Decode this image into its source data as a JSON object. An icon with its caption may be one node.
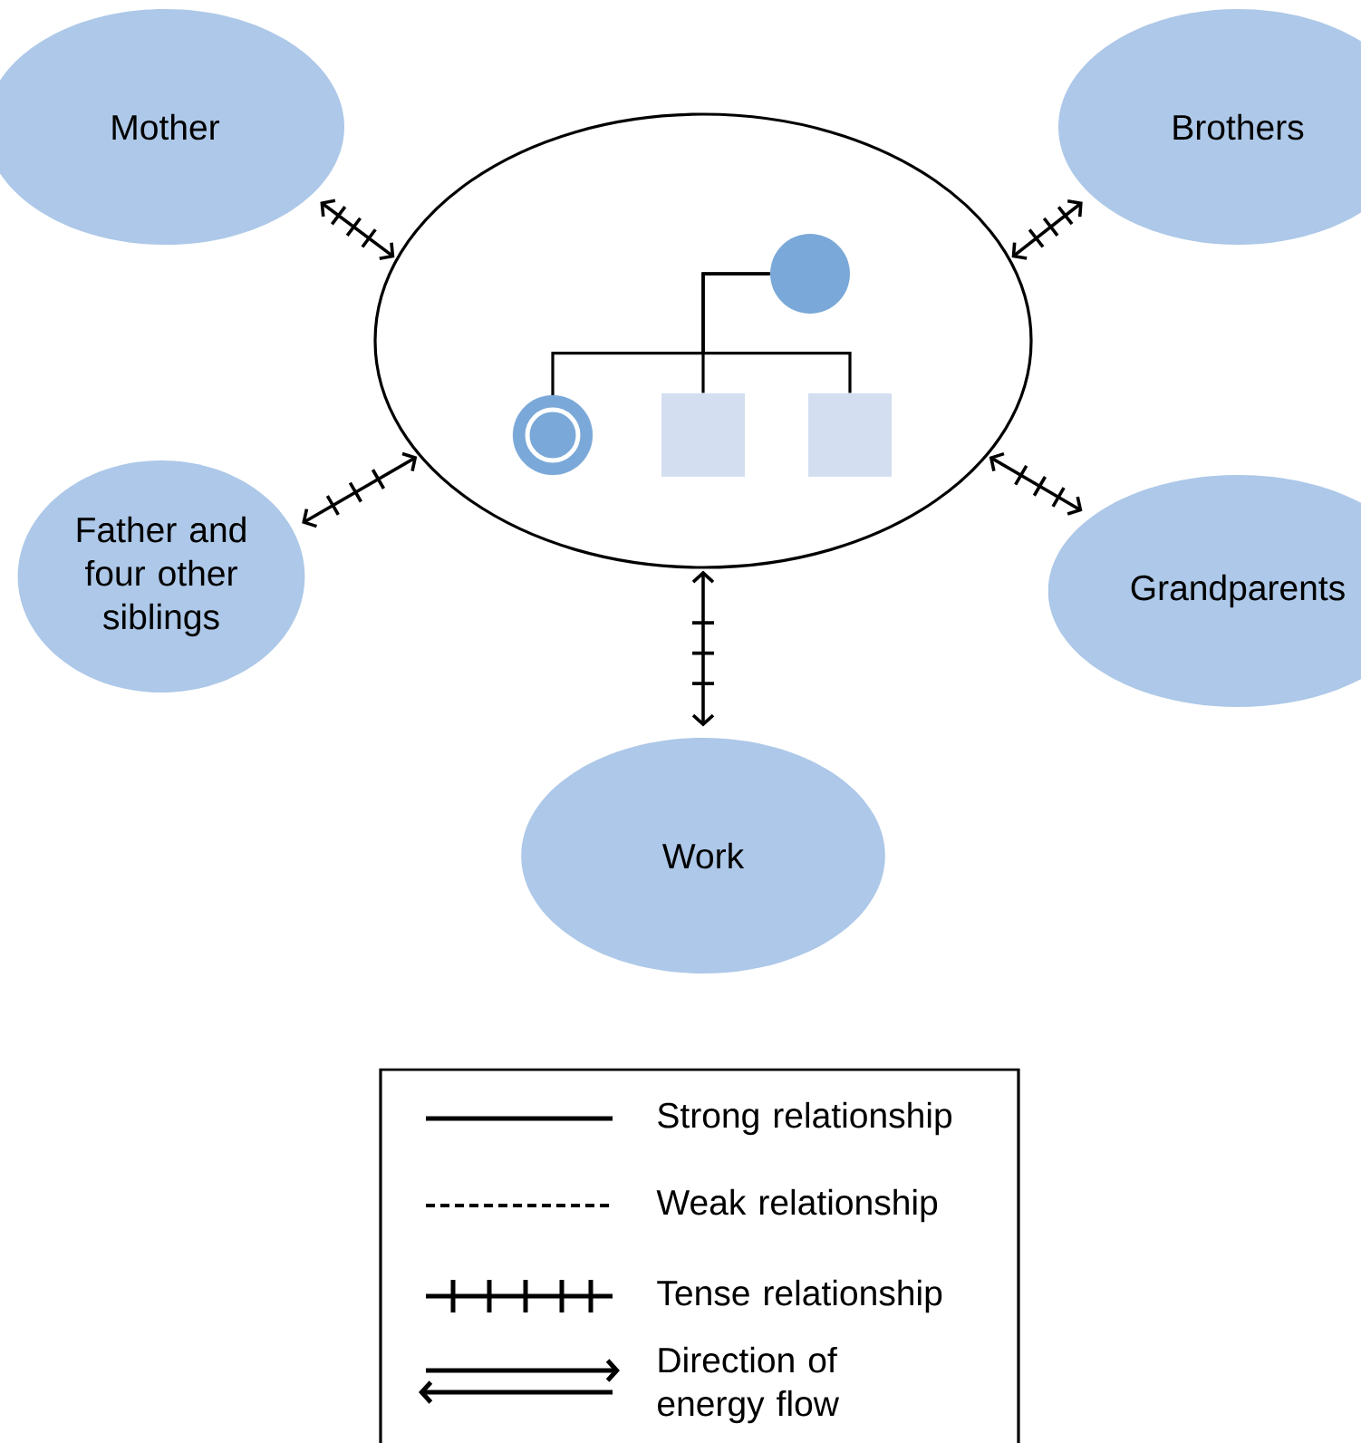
{
  "diagram": {
    "nodes": [
      {
        "text": [],
        "shape": "ellipse"
      },
      {
        "text": [],
        "shape": "circle",
        "in": 0
      },
      {
        "text": [],
        "shape": "circle",
        "in": 0
      },
      {
        "text": [],
        "shape": "box",
        "in": 0
      },
      {
        "text": [],
        "shape": "box",
        "in": 0
      },
      {
        "text": [
          "Mother"
        ]
      },
      {
        "text": [
          "Brothers"
        ]
      },
      {
        "text": [
          "Father and four other siblings"
        ]
      },
      {
        "text": [
          "Grandparents"
        ]
      },
      {
        "text": [
          "Work"
        ]
      }
    ],
    "edges": [
      {
        "from": 1,
        "to": 2,
        "arrow": "none"
      },
      {
        "from": 1,
        "to": 3,
        "arrow": "none"
      },
      {
        "from": 1,
        "to": 4,
        "arrow": "none"
      },
      {
        "from": 0,
        "to": 5,
        "arrow": "both"
      },
      {
        "from": 0,
        "to": 6,
        "arrow": "both"
      },
      {
        "from": 0,
        "to": 7,
        "arrow": "both"
      },
      {
        "from": 0,
        "to": 8,
        "arrow": "both"
      },
      {
        "from": 0,
        "to": 9,
        "arrow": "both"
      }
    ],
    "legend": [
      {
        "text": "Strong relationship"
      },
      {
        "text": "Weak relationship"
      },
      {
        "text": "Tense relationship"
      },
      {
        "text": "Direction of energy flow"
      }
    ]
  }
}
